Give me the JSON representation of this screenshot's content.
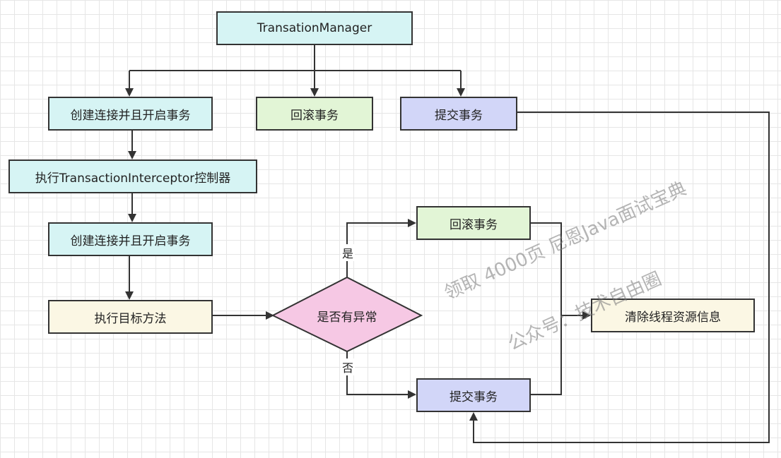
{
  "nodes": {
    "manager": "TransationManager",
    "create1": "创建连接并且开启事务",
    "rollback_top": "回滚事务",
    "commit_top": "提交事务",
    "interceptor": "执行TransactionInterceptor控制器",
    "create2": "创建连接并且开启事务",
    "target": "执行目标方法",
    "decision": "是否有异常",
    "rollback": "回滚事务",
    "commit": "提交事务",
    "clear": "清除线程资源信息"
  },
  "edge_labels": {
    "yes": "是",
    "no": "否"
  },
  "watermark": {
    "line1": "领取 4000页 尼恩Java面试宝典",
    "line2": "公众号：技术自由圈"
  },
  "colors": {
    "cyan": "#d6f4f4",
    "green": "#e2f5d6",
    "blue": "#d2d6f8",
    "cream": "#fbf7e4",
    "pink": "#f6c8e4",
    "line": "#333333"
  }
}
